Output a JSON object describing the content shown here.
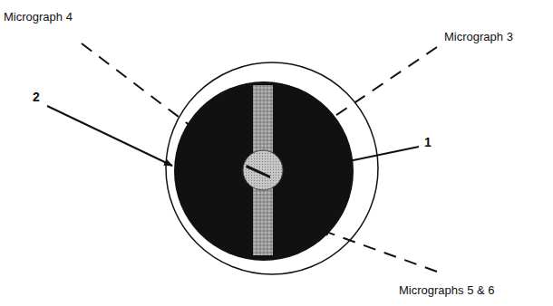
{
  "diagram": {
    "labels": [
      "Micrograph 4",
      "Micrograph 3",
      "2",
      "1",
      "Micrographs 5 & 6"
    ]
  }
}
